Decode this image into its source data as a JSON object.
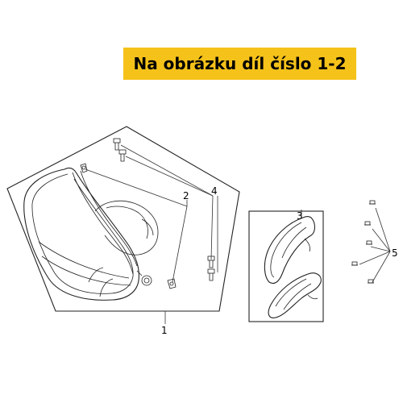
{
  "banner": {
    "text": "Na obrázku díl číslo 1-2",
    "background": "#f5c21a"
  },
  "callouts": {
    "c1": "1",
    "c2": "2",
    "c3": "3",
    "c4": "4",
    "c5": "5"
  },
  "colors": {
    "line": "#222222",
    "background": "#ffffff"
  }
}
